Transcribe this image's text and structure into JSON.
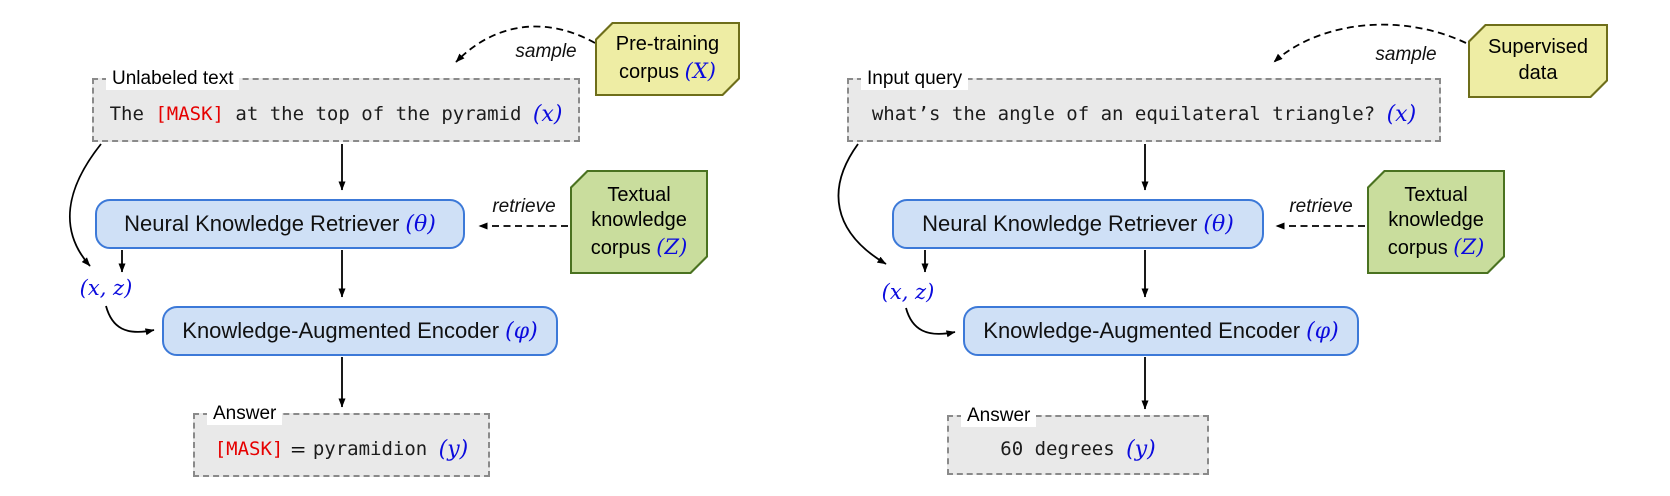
{
  "figure": "REALM retrieval-augmented pipeline diagram (pre-training vs fine-tuning)",
  "colors": {
    "process_fill": "#cfe0f6",
    "process_border": "#3c79d8",
    "gray_fill": "#e9e9e9",
    "gray_border": "#8a8a8a",
    "yellow_fill": "#eeeda4",
    "yellow_border": "#6e6e1a",
    "green_fill": "#c9dd9d",
    "green_border": "#4a7220",
    "math_blue": "#0b0bdd",
    "mask_red": "#e60000",
    "arrow": "#000000"
  },
  "panels": [
    {
      "input": {
        "tag": "Unlabeled text",
        "pre": "The ",
        "mask": "[MASK]",
        "post": " at the top of the pyramid ",
        "var": "(x)"
      },
      "corpus_note": {
        "line1": "Pre-training",
        "line2": "corpus ",
        "var": "(X)"
      },
      "sample_label": "sample",
      "retriever": {
        "text": "Neural Knowledge Retriever ",
        "var": "(θ)"
      },
      "knowledge_note": {
        "line1": "Textual",
        "line2": "knowledge",
        "line3": "corpus ",
        "var": "(Z)"
      },
      "retrieve_label": "retrieve",
      "xz": "(x, z)",
      "encoder": {
        "text": "Knowledge-Augmented Encoder ",
        "var": "(φ)"
      },
      "answer": {
        "tag": "Answer",
        "mask": "[MASK]",
        "eq": " = ",
        "text": "pyramidion ",
        "var": "(y)"
      }
    },
    {
      "input": {
        "tag": "Input query",
        "pre": "what’s the angle of an equilateral triangle? ",
        "mask": "",
        "post": "",
        "var": "(x)"
      },
      "corpus_note": {
        "line1": "Supervised",
        "line2": "data",
        "var": ""
      },
      "sample_label": "sample",
      "retriever": {
        "text": "Neural Knowledge Retriever ",
        "var": "(θ)"
      },
      "knowledge_note": {
        "line1": "Textual",
        "line2": "knowledge",
        "line3": "corpus ",
        "var": "(Z)"
      },
      "retrieve_label": "retrieve",
      "xz": "(x, z)",
      "encoder": {
        "text": "Knowledge-Augmented Encoder ",
        "var": "(φ)"
      },
      "answer": {
        "tag": "Answer",
        "mask": "",
        "eq": "",
        "text": "60 degrees ",
        "var": "(y)"
      }
    }
  ]
}
